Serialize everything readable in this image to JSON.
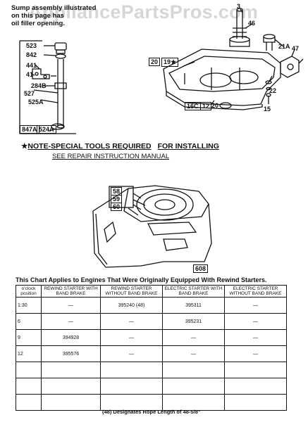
{
  "top_note": [
    "Sump assembly illustrated",
    "on this page has",
    "oil filler opening."
  ],
  "watermark": "AppliancePartsPros.com",
  "callouts": {
    "c523": "523",
    "c842": "842",
    "c441": "441",
    "c41": "41",
    "c284b": "284B",
    "c527": "527",
    "c525a": "525A",
    "c847a": "847A",
    "c524a": "524A",
    "c3": "3",
    "c46": "46",
    "c21a": "21A",
    "c47": "47",
    "c20": "20",
    "c19": "19",
    "c22": "22",
    "c15": "15",
    "c16c": "16C",
    "c12": "12",
    "c20b": "20",
    "c58": "58",
    "c59": "59",
    "c60": "60",
    "c608": "608"
  },
  "special_note": {
    "star": "★",
    "text": "NOTE-SPECIAL TOOLS REQUIRED",
    "suffix": "FOR INSTALLING",
    "line2": "SEE REPAIR INSTRUCTION MANUAL"
  },
  "chart_title": "This Chart Applies to Engines That Were Originally Equipped With Rewind Starters.",
  "table": {
    "headers": [
      "o'clock position",
      "REWIND STARTER WITH BAND BRAKE",
      "REWIND STARTER WITHOUT BAND BRAKE",
      "ELECTRIC STARTER WITH BAND BRAKE",
      "ELECTRIC STARTER WITHOUT BAND BRAKE"
    ],
    "rows": [
      [
        "1:30",
        "—",
        "395240 (48)",
        "395311",
        "—"
      ],
      [
        "6",
        "—",
        "—",
        "395231",
        "—"
      ],
      [
        "9",
        "394928",
        "—",
        "—",
        "—"
      ],
      [
        "12",
        "395576",
        "—",
        "—",
        "—"
      ],
      [
        "",
        "",
        "",
        "",
        ""
      ],
      [
        "",
        "",
        "",
        "",
        ""
      ],
      [
        "",
        "",
        "",
        "",
        ""
      ]
    ]
  },
  "footnote": "(48) Designates Rope Length of 48-5/8\""
}
